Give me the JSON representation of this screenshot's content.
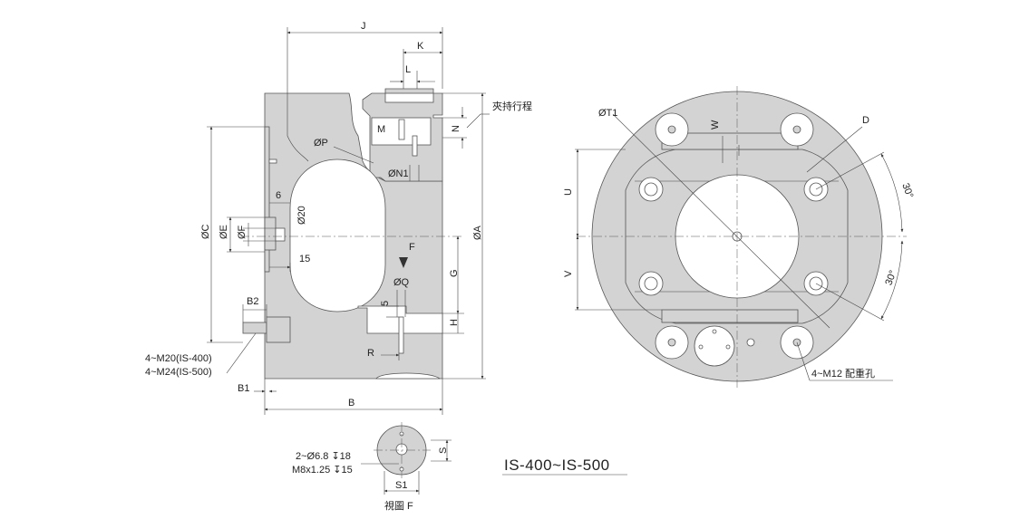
{
  "dimensions": {
    "J": "J",
    "K": "K",
    "L": "L",
    "M": "M",
    "N": "N",
    "P": "ØP",
    "N1": "ØN1",
    "six": "6",
    "d20": "Ø20",
    "fifteen": "15",
    "C": "ØC",
    "E": "ØE",
    "F": "ØF",
    "A": "ØA",
    "G": "G",
    "H": "H",
    "Q": "ØQ",
    "five": "5",
    "R": "R",
    "B": "B",
    "B1": "B1",
    "B2": "B2",
    "F_view_arrow": "F",
    "T1": "ØT1",
    "W": "W",
    "D": "D",
    "U": "U",
    "V": "V",
    "angle1": "30°",
    "angle2": "30°",
    "S": "S",
    "S1": "S1"
  },
  "notes": {
    "stroke": "夾持行程",
    "m20": "4~M20(IS-400)",
    "m24": "4~M24(IS-500)",
    "m12": "4~M12 配重孔",
    "hole1": "2~Ø6.8 ↧18",
    "hole2": "M8x1.25 ↧15",
    "view_f": "視圖 F"
  },
  "model": "IS-400~IS-500"
}
